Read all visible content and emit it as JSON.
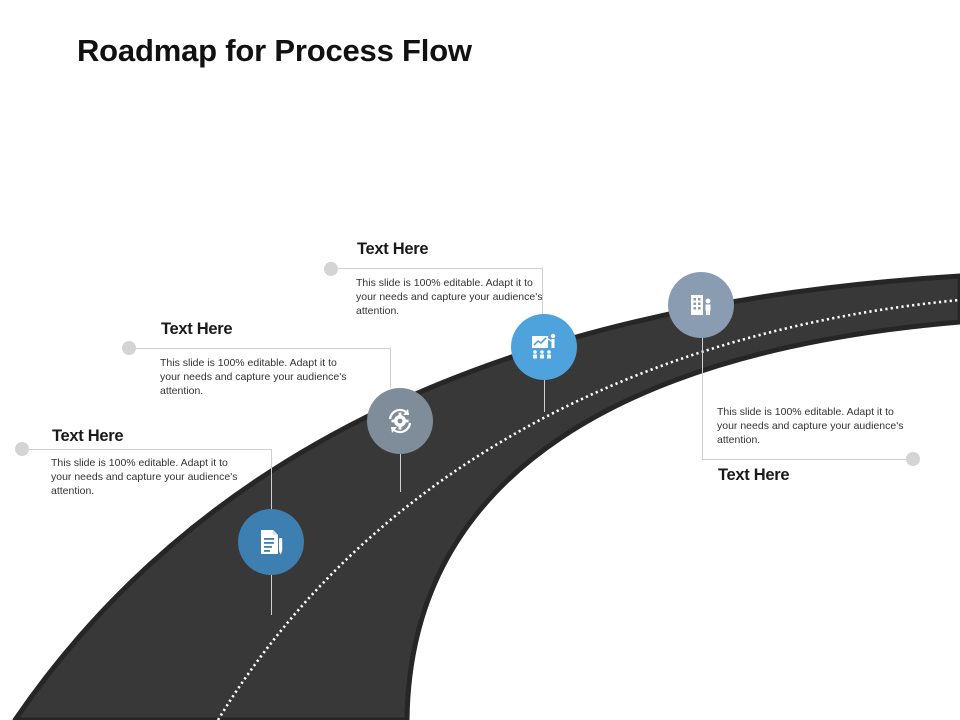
{
  "slide": {
    "title": "Roadmap for Process Flow"
  },
  "steps": [
    {
      "label": "Text Here",
      "text": "This slide is 100% editable. Adapt it to your needs and capture your audience's attention.",
      "icon": "document-pen-icon",
      "color": "#3d7fb0"
    },
    {
      "label": "Text Here",
      "text": "This slide is 100% editable. Adapt it to your needs and capture your audience's attention.",
      "icon": "gear-cycle-icon",
      "color": "#7f8c9a"
    },
    {
      "label": "Text Here",
      "text": "This slide is 100% editable. Adapt it to your needs and capture your audience's attention.",
      "icon": "presentation-audience-icon",
      "color": "#4fa3dc"
    },
    {
      "label": "Text Here",
      "text": "This slide is 100% editable. Adapt it to your needs and capture your audience's attention.",
      "icon": "building-person-icon",
      "color": "#8a9cb2"
    }
  ],
  "colors": {
    "road": "#3a3a3a",
    "road_edge": "#222222",
    "center_line": "#ffffff",
    "connector": "#cfcfcf",
    "dot": "#d4d4d4"
  }
}
